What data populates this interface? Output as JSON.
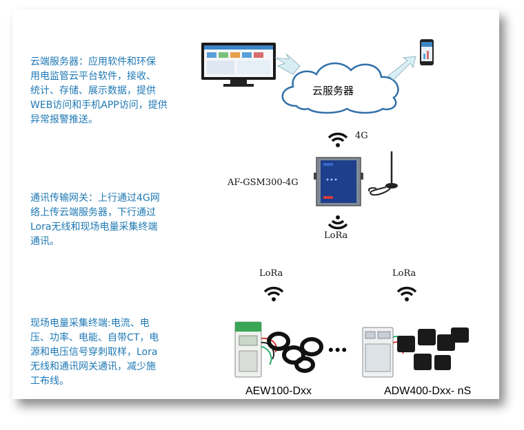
{
  "descriptions": {
    "cloud": "云端服务器：应用软件和环保\n用电监管云平台软件，接收、\n统计、存储、展示数据，提供\nWEB访问和手机APP访问，提供\n异常报警推送。",
    "gateway": "通讯传输网关：上行通过4G网\n络上传云端服务器，下行通过\nLora无线和现场电量采集终端\n通讯。",
    "terminal": "现场电量采集终端:电流、电\n压、功率、电能、自带CT，电\n源和电压信号穿刺取样，Lora\n无线和通讯网关通讯，减少施\n工布线。"
  },
  "cloud_label": "云服务器",
  "uplink_label": "4G",
  "gateway_model": "AF-GSM300-4G",
  "downlink_label": "LoRa",
  "device_left": {
    "wireless_label": "LoRa",
    "model": "AEW100-Dxx"
  },
  "device_right": {
    "wireless_label": "LoRa",
    "model": "ADW400-Dxx- nS"
  },
  "ellipsis": "•••",
  "colors": {
    "text_blue": "#1e78b4",
    "cloud_stroke": "#2f6fa8",
    "arrow_fill": "#d6eef4"
  },
  "icons": [
    "monitor-icon",
    "phone-icon",
    "cloud-icon",
    "wifi-icon",
    "gateway-icon",
    "antenna-icon",
    "meter-icon",
    "ct-clamp-icon"
  ]
}
